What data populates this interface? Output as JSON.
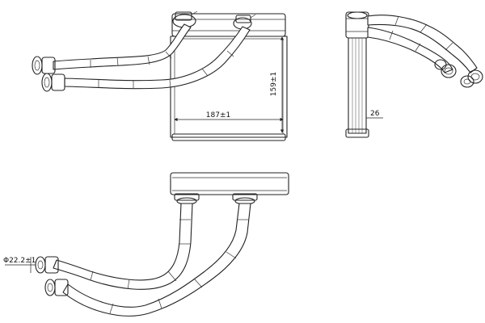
{
  "dimensions": {
    "width": "187±1",
    "height": "159±1",
    "thickness": "26",
    "pipe_diameter": "Φ22.2±1"
  },
  "colors": {
    "line": "#222222",
    "background": "#ffffff"
  }
}
